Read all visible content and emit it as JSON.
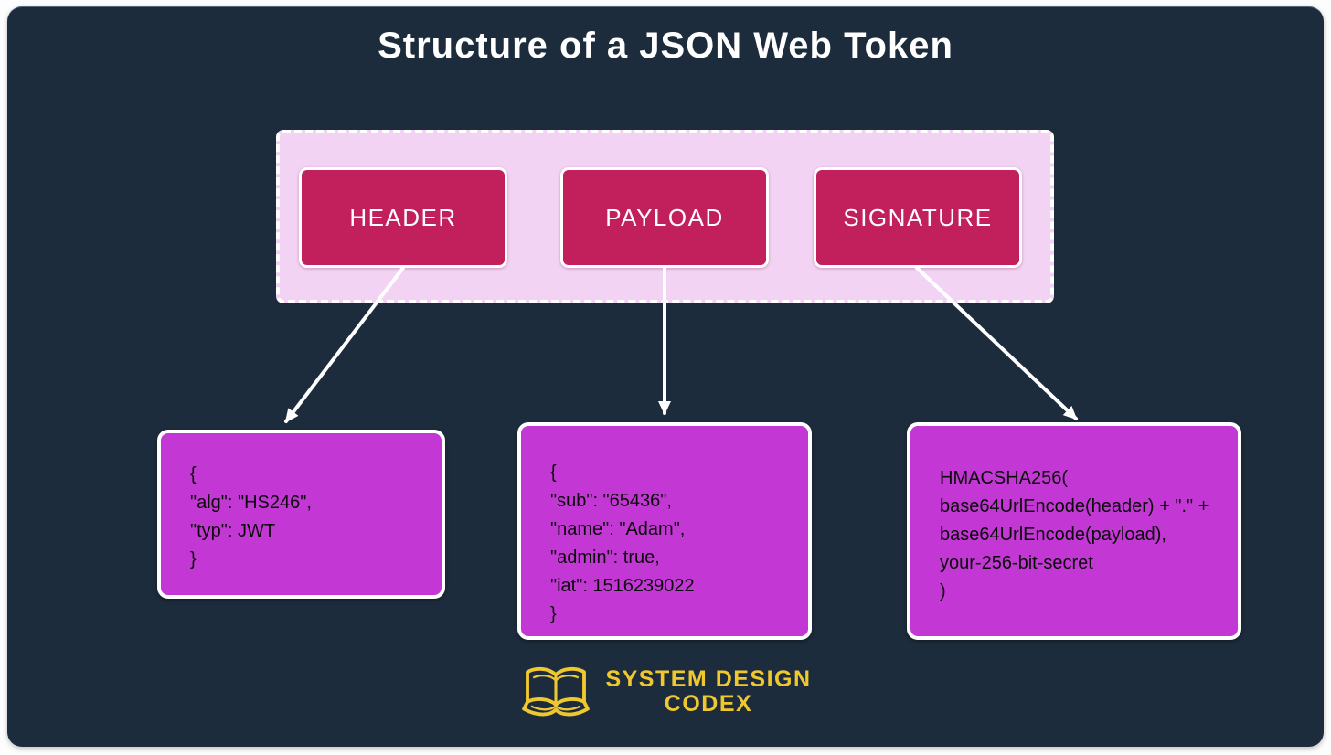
{
  "title": "Structure of a JSON Web Token",
  "token_bar": {
    "segments": [
      {
        "label": "HEADER"
      },
      {
        "label": "PAYLOAD"
      },
      {
        "label": "SIGNATURE"
      }
    ]
  },
  "header_box": {
    "lines": [
      "{",
      "\"alg\": \"HS246\",",
      "\"typ\": JWT",
      "}"
    ]
  },
  "payload_box": {
    "lines": [
      "{",
      "\"sub\": \"65436\",",
      "\"name\": \"Adam\",",
      "\"admin\": true,",
      "\"iat\": 1516239022",
      "}"
    ]
  },
  "signature_box": {
    "lines": [
      "HMACSHA256(",
      "base64UrlEncode(header) + \".\" +",
      "base64UrlEncode(payload),",
      "your-256-bit-secret",
      ")"
    ]
  },
  "footer": {
    "brand_line1": "SYSTEM DESIGN",
    "brand_line2": "CODEX",
    "book_icon": "open-book-icon"
  },
  "colors": {
    "card_background": "#1d2c3c",
    "container_fill": "#f3d3f3",
    "segment_fill": "#c2205c",
    "code_box_fill": "#c338d4",
    "brand_gold": "#efc82f",
    "arrow": "#ffffff",
    "text_on_dark": "#ffffff",
    "code_text": "#0b0b0b"
  }
}
